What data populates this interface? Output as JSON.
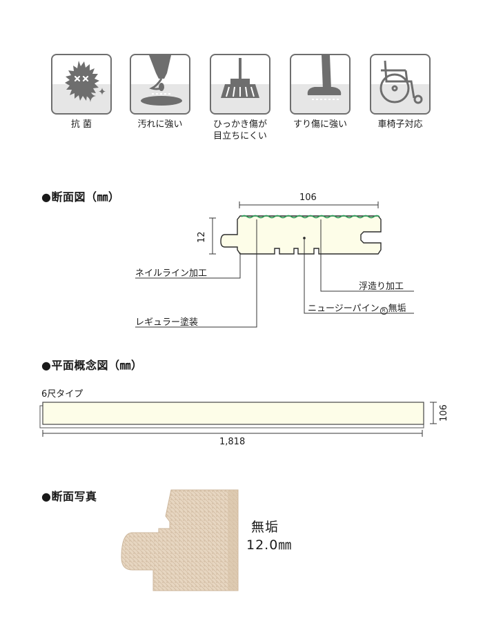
{
  "features": [
    {
      "label": "抗 菌",
      "icon": "antibacterial-icon"
    },
    {
      "label": "汚れに強い",
      "icon": "stain-resistant-icon"
    },
    {
      "label": "ひっかき傷が",
      "label2": "目立ちにくい",
      "icon": "broom-icon"
    },
    {
      "label": "すり傷に強い",
      "icon": "slipper-foot-icon"
    },
    {
      "label": "車椅子対応",
      "icon": "wheelchair-icon"
    }
  ],
  "cross_section": {
    "heading": "●断面図（㎜）",
    "width_dim": "106",
    "thickness_dim": "12",
    "callouts": {
      "nail_line": "ネイルライン加工",
      "regular_coating": "レギュラー塗装",
      "floating": "浮造り加工",
      "material": "ニュージーパイン",
      "registered_mark": "R",
      "material_suffix": "無垢"
    }
  },
  "plan_view": {
    "heading": "●平面概念図（㎜）",
    "type_label": "6尺タイプ",
    "length_dim": "1,818",
    "width_dim": "106"
  },
  "photo": {
    "heading": "●断面写真",
    "line1": "無垢",
    "line2": "12.0㎜"
  },
  "colors": {
    "board_fill": "#fdfde8",
    "wave_line": "#2e9e5a",
    "icon_gray": "#6e6e6e"
  }
}
